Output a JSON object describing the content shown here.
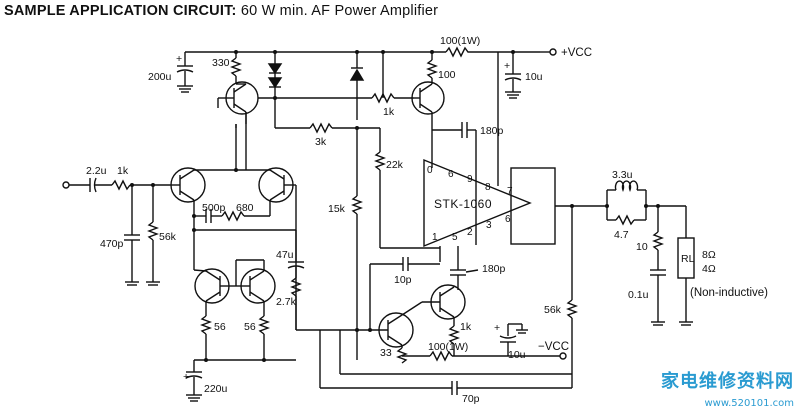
{
  "title": {
    "lead": "SAMPLE APPLICATION CIRCUIT:",
    "rest": "60 W min. AF Power Amplifier"
  },
  "supply": {
    "vcc_pos": "+VCC",
    "vcc_neg": "−VCC"
  },
  "ic": {
    "name": "STK-1060",
    "pins": [
      "0",
      "6",
      "9",
      "8",
      "7",
      "6",
      "3",
      "2",
      "5",
      "1"
    ]
  },
  "components": {
    "c_input": "2.2u",
    "r_input": "1k",
    "c_470p": "470p",
    "r_56k_in": "56k",
    "c_200u": "200u",
    "r_330": "330",
    "r_1k_top": "1k",
    "r_3k": "3k",
    "r_100_top": "100",
    "r_100_1w_top": "100(1W)",
    "c_10u_top": "10u",
    "c_180p_top": "180p",
    "r_22k": "22k",
    "r_15k": "15k",
    "c_500p": "500p",
    "r_680": "680",
    "c_47u": "47u",
    "r_2k7": "2.7k",
    "r_56_a": "56",
    "r_56_b": "56",
    "c_220u": "220u",
    "c_10p": "10p",
    "c_180p_bot": "180p",
    "r_1k_bot": "1k",
    "r_33": "33",
    "r_100_1w_bot": "100(1W)",
    "c_10u_bot": "10u",
    "r_56k_fb": "56k",
    "c_70p": "70p",
    "l_3u3": "3.3u",
    "r_4k7": "4.7",
    "r_10": "10",
    "c_0u1": "0.1u",
    "rl": "RL",
    "rl_8": "8Ω",
    "rl_4": "4Ω",
    "non_inductive": "(Non-inductive)"
  },
  "watermark": {
    "text": "家电维修资料网",
    "url": "www.520101.com"
  }
}
